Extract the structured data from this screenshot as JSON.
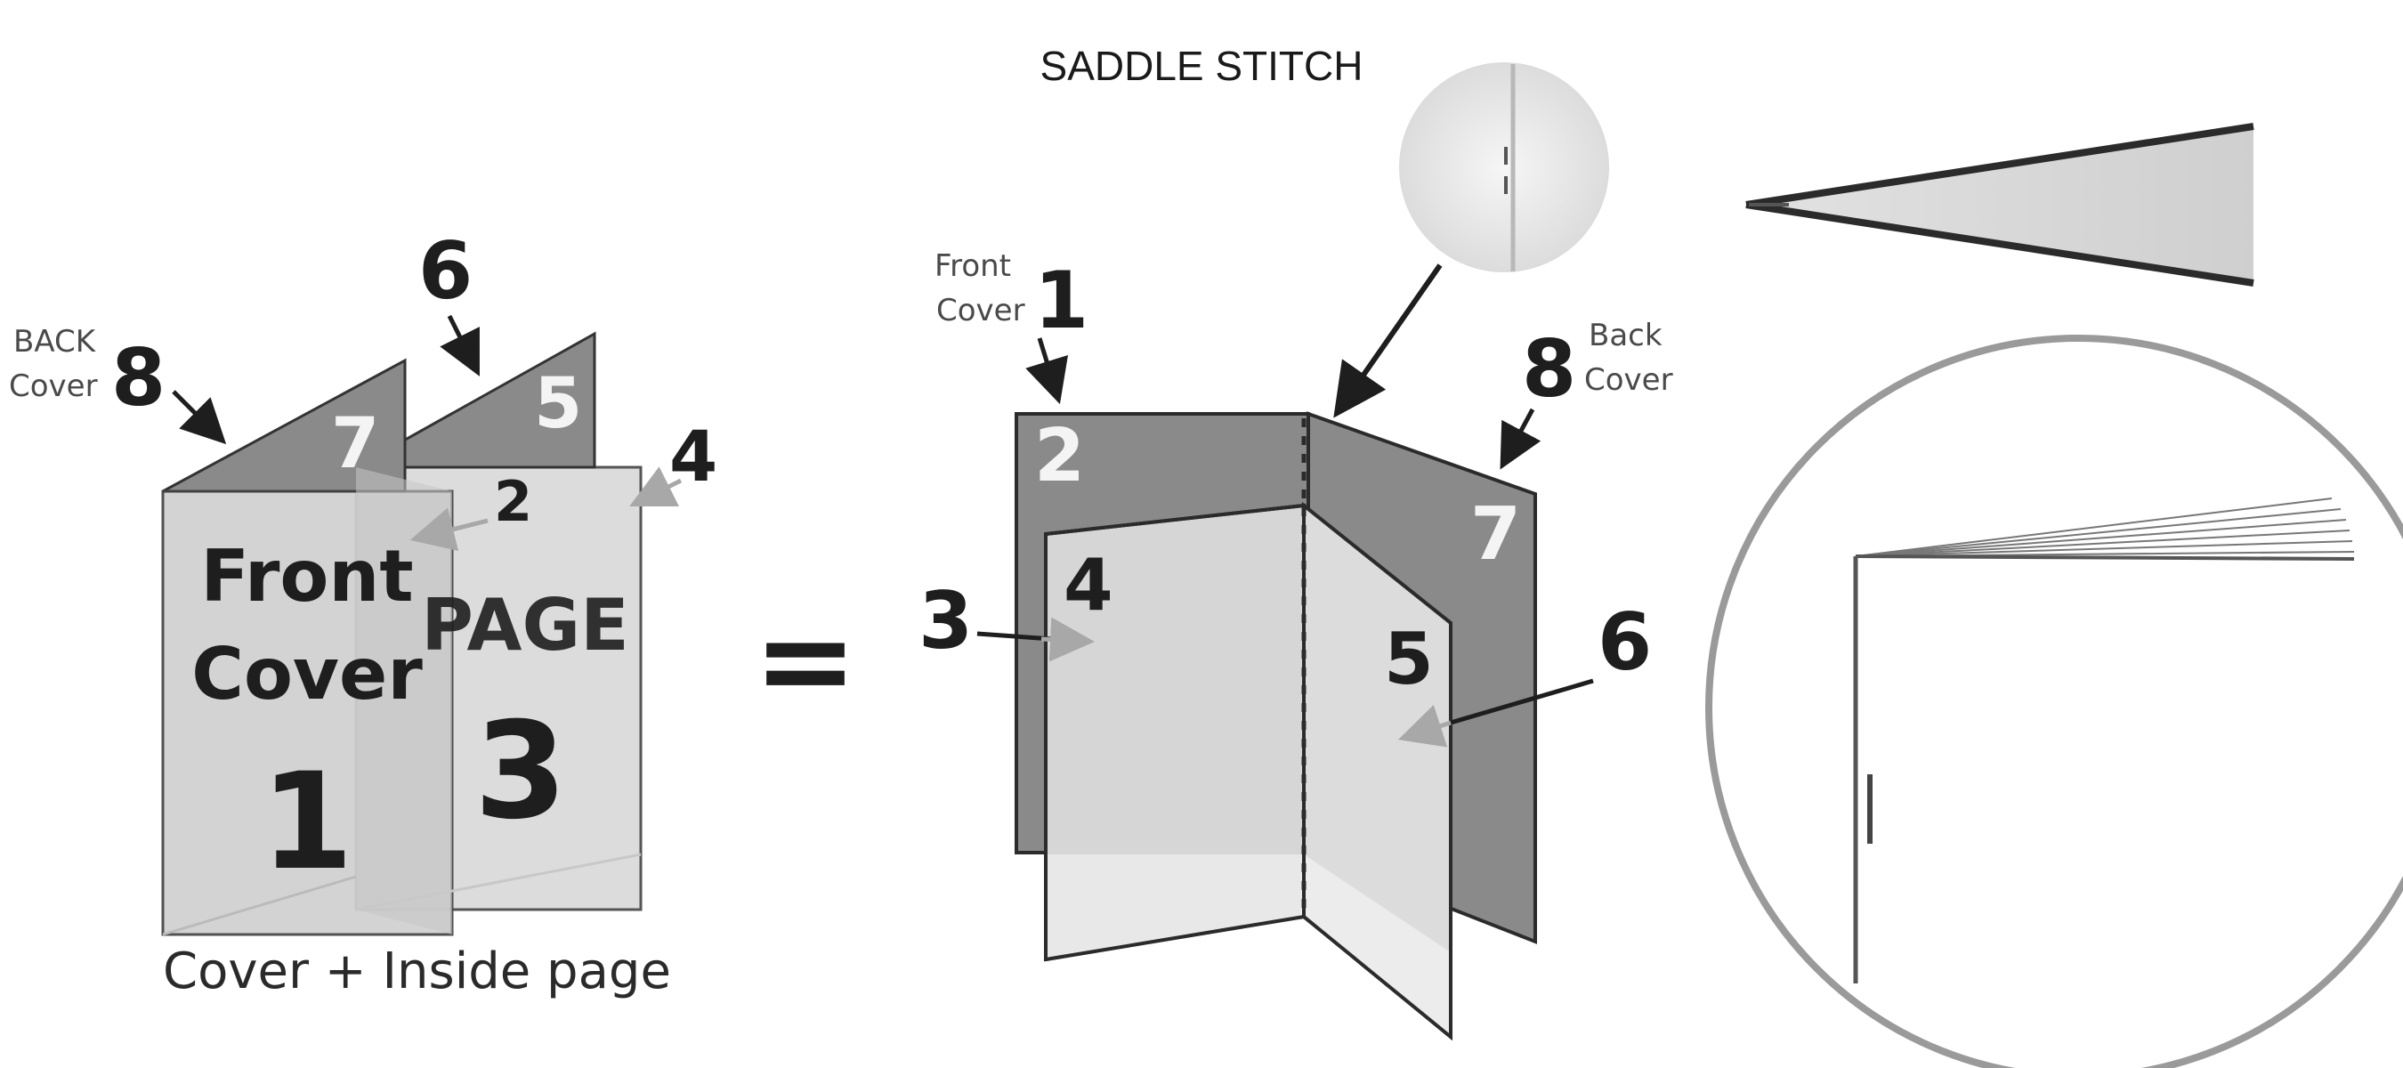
{
  "title": "SADDLE STITCH",
  "left_diagram": {
    "back_cover_label": [
      "BACK",
      "Cover"
    ],
    "back_cover_number": "8",
    "page6_number": "6",
    "page7_number": "7",
    "page5_number": "5",
    "page4_number": "4",
    "page2_number": "2",
    "front_cover_text": [
      "Front",
      "Cover"
    ],
    "front_cover_number": "1",
    "inside_page_text": "PAGE",
    "inside_page_number": "3",
    "caption": "Cover + Inside page"
  },
  "equals_sign": "=",
  "middle_diagram": {
    "front_cover_label": [
      "Front",
      "Cover"
    ],
    "front_cover_number": "1",
    "back_cover_label": [
      "Back",
      "Cover"
    ],
    "back_cover_number": "8",
    "page2_number": "2",
    "page3_number": "3",
    "page4_number": "4",
    "page5_number": "5",
    "page6_number": "6",
    "page7_number": "7"
  },
  "colors": {
    "dark_sheet": "#8a8a8a",
    "light_sheet": "#d6d6d6",
    "lighter_sheet": "#e6e6e6",
    "outline": "#2b2b2b",
    "circle_stroke": "#9a9a9a"
  }
}
